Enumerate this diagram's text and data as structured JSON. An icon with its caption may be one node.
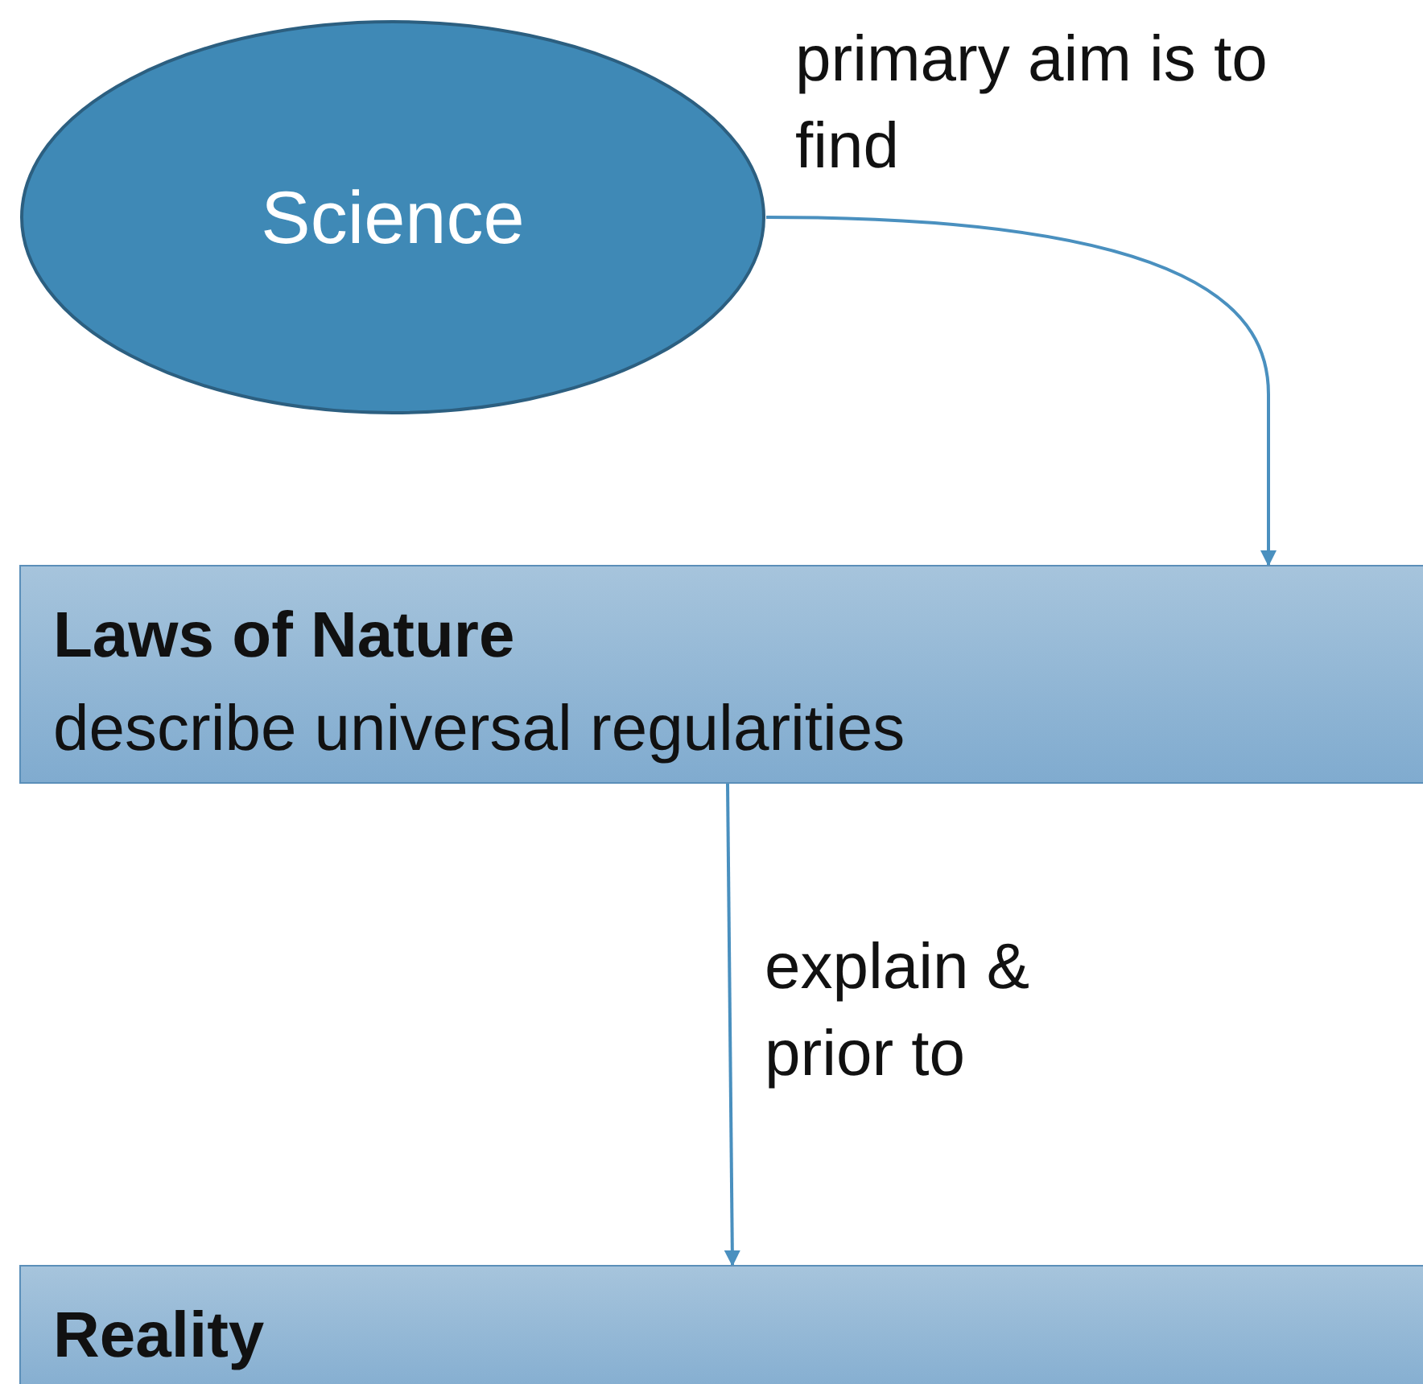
{
  "diagram": {
    "nodes": [
      {
        "text": [
          "Science"
        ]
      },
      {
        "text": [
          "Laws of Nature",
          "describe universal regularities"
        ]
      },
      {
        "text": [
          "Reality"
        ]
      }
    ],
    "edges": [
      {
        "from": 0,
        "to": 1,
        "arrow": "to",
        "label": "primary aim is to find"
      },
      {
        "from": 1,
        "to": 2,
        "arrow": "to",
        "label": "explain & prior to"
      }
    ]
  }
}
